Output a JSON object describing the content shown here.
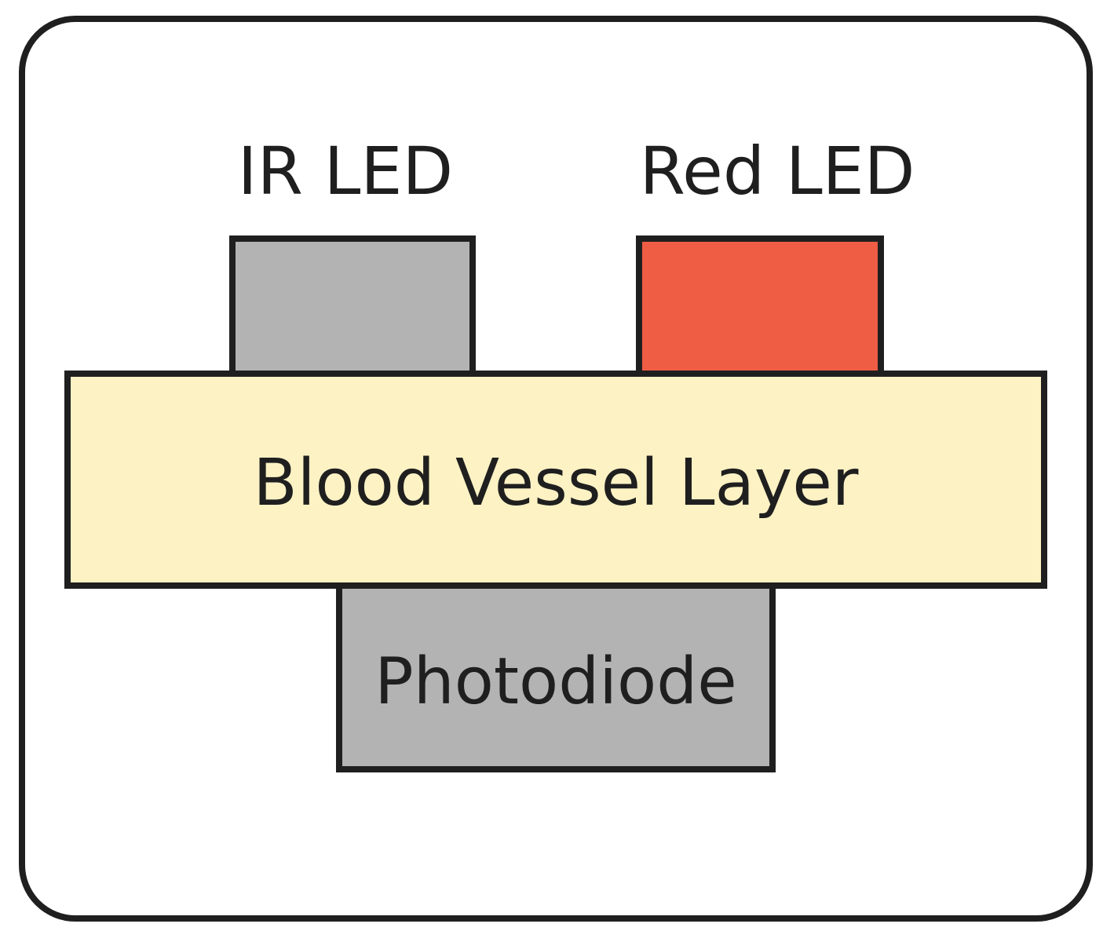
{
  "diagram": {
    "ir_led": {
      "label": "IR LED",
      "fill": "#b3b3b3"
    },
    "red_led": {
      "label": "Red LED",
      "fill": "#f05d45"
    },
    "blood_vessel_layer": {
      "label": "Blood Vessel Layer",
      "fill": "#fdf2c4"
    },
    "photodiode": {
      "label": "Photodiode",
      "fill": "#b3b3b3"
    },
    "stroke": "#1f1f1f",
    "background": "#ffffff"
  }
}
